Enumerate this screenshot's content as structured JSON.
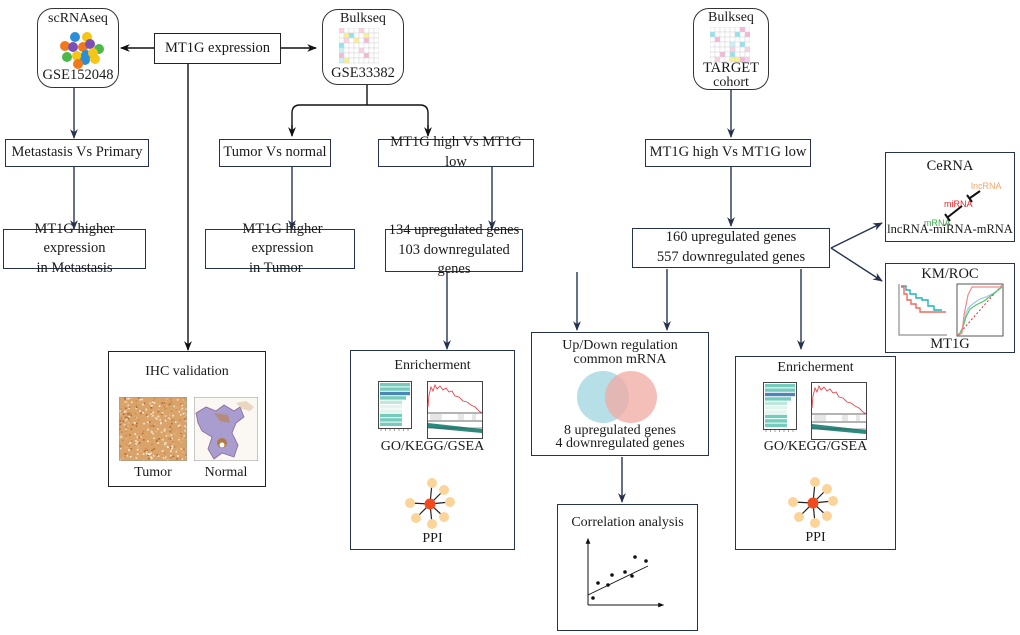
{
  "title": "MT1G expression",
  "sources": {
    "scrnaseq": {
      "label": "scRNAseq",
      "dataset": "GSE152048",
      "icon": "cell-cluster-icon"
    },
    "bulk_geo": {
      "label": "Bulkseq",
      "dataset": "GSE33382",
      "icon": "heatmap-grid-icon"
    },
    "bulk_target": {
      "label": "Bulkseq",
      "dataset": "TARGET",
      "dataset_line2": "cohort",
      "icon": "heatmap-grid-icon"
    }
  },
  "left_branch": {
    "comparison": "Metastasis Vs Primary",
    "result_line1": "MT1G higher expression",
    "result_line2": "in Metastasis"
  },
  "ihc": {
    "title": "IHC validation",
    "images": [
      {
        "label": "Tumor",
        "icon": "ihc-tumor-image"
      },
      {
        "label": "Normal",
        "icon": "ihc-normal-image"
      }
    ]
  },
  "geo_branch": {
    "comparison_a": "Tumor Vs normal",
    "result_a_line1": "MT1G higher expression",
    "result_a_line2": "in Tumor",
    "comparison_b": "MT1G high Vs MT1G low",
    "deg_line1": "134 upregulated genes",
    "deg_line2": "103 downregulated genes",
    "enrichment": {
      "title": "Enricherment",
      "caption": "GO/KEGG/GSEA",
      "ppi_label": "PPI"
    }
  },
  "common": {
    "title_line1": "Up/Down regulation",
    "title_line2": "common mRNA",
    "result_line1": "8 upregulated genes",
    "result_line2": "4 downregulated genes",
    "venn_colors": [
      "#a9d9e3",
      "#f2aaa2"
    ]
  },
  "correlation": {
    "title": "Correlation analysis"
  },
  "target_branch": {
    "comparison": "MT1G high Vs MT1G low",
    "deg_line1": "160 upregulated genes",
    "deg_line2": "557 downregulated genes",
    "enrichment": {
      "title": "Enricherment",
      "caption": "GO/KEGG/GSEA",
      "ppi_label": "PPI"
    }
  },
  "cerna": {
    "title": "CeRNA",
    "nodes": [
      {
        "label": "lncRNA",
        "color": "#f3a66a"
      },
      {
        "label": "miRNA",
        "color": "#e8292a"
      },
      {
        "label": "mRNA",
        "color": "#3aa84a"
      }
    ],
    "caption": "lncRNA-miRNA-mRNA"
  },
  "kmroc": {
    "title": "KM/ROC",
    "caption": "MT1G"
  },
  "colors": {
    "arrow": "#26334f",
    "cell_dots": [
      "#2a8fd6",
      "#f5c518",
      "#7b4fb3",
      "#f07a1a",
      "#4cb848"
    ],
    "grid_cells": [
      "#f7b6d9",
      "#fbf08a",
      "#8fe3f0",
      "#fbd0e6",
      "#c7f0f7"
    ],
    "bar_teal": "#76ccbc",
    "bar_blue": "#4a86b8",
    "gsea_red": "#e0474c",
    "gsea_teal": "#2b8a80",
    "ppi_hub": "#f04a1d",
    "ppi_node": "#fbd49a",
    "km_teal": "#21b2b8",
    "km_red": "#ee6a5c"
  }
}
